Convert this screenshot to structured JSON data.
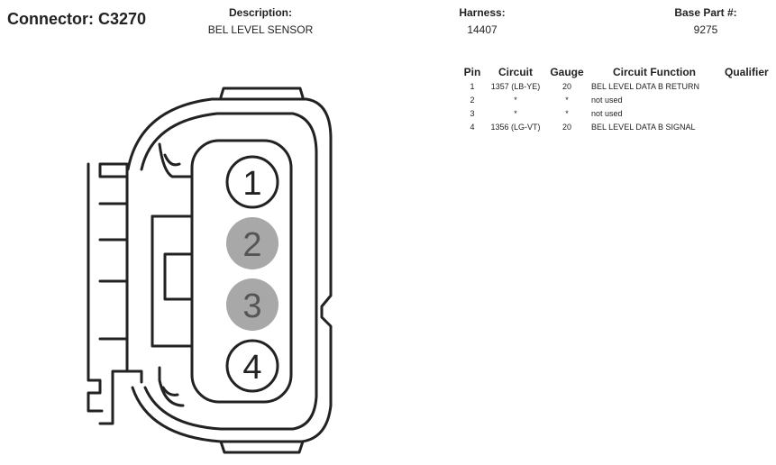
{
  "connector": {
    "title": "Connector: C3270",
    "description_label": "Description:",
    "description": "BEL LEVEL SENSOR",
    "harness_label": "Harness:",
    "harness": "14407",
    "base_part_label": "Base Part #:",
    "base_part": "9275"
  },
  "table": {
    "headers": [
      "Pin",
      "Circuit",
      "Gauge",
      "Circuit Function",
      "Qualifier"
    ],
    "rows": [
      {
        "pin": "1",
        "circuit": "1357 (LB-YE)",
        "gauge": "20",
        "function": "BEL LEVEL DATA B RETURN",
        "qualifier": ""
      },
      {
        "pin": "2",
        "circuit": "*",
        "gauge": "*",
        "function": "not used",
        "qualifier": ""
      },
      {
        "pin": "3",
        "circuit": "*",
        "gauge": "*",
        "function": "not used",
        "qualifier": ""
      },
      {
        "pin": "4",
        "circuit": "1356 (LG-VT)",
        "gauge": "20",
        "function": "BEL LEVEL DATA B SIGNAL",
        "qualifier": ""
      }
    ]
  },
  "diagram": {
    "pins": [
      {
        "label": "1",
        "state": "used"
      },
      {
        "label": "2",
        "state": "unused"
      },
      {
        "label": "3",
        "state": "unused"
      },
      {
        "label": "4",
        "state": "used"
      }
    ],
    "colors": {
      "outline": "#222222",
      "unused_fill": "#a8a8a8",
      "unused_text": "#555555"
    }
  }
}
